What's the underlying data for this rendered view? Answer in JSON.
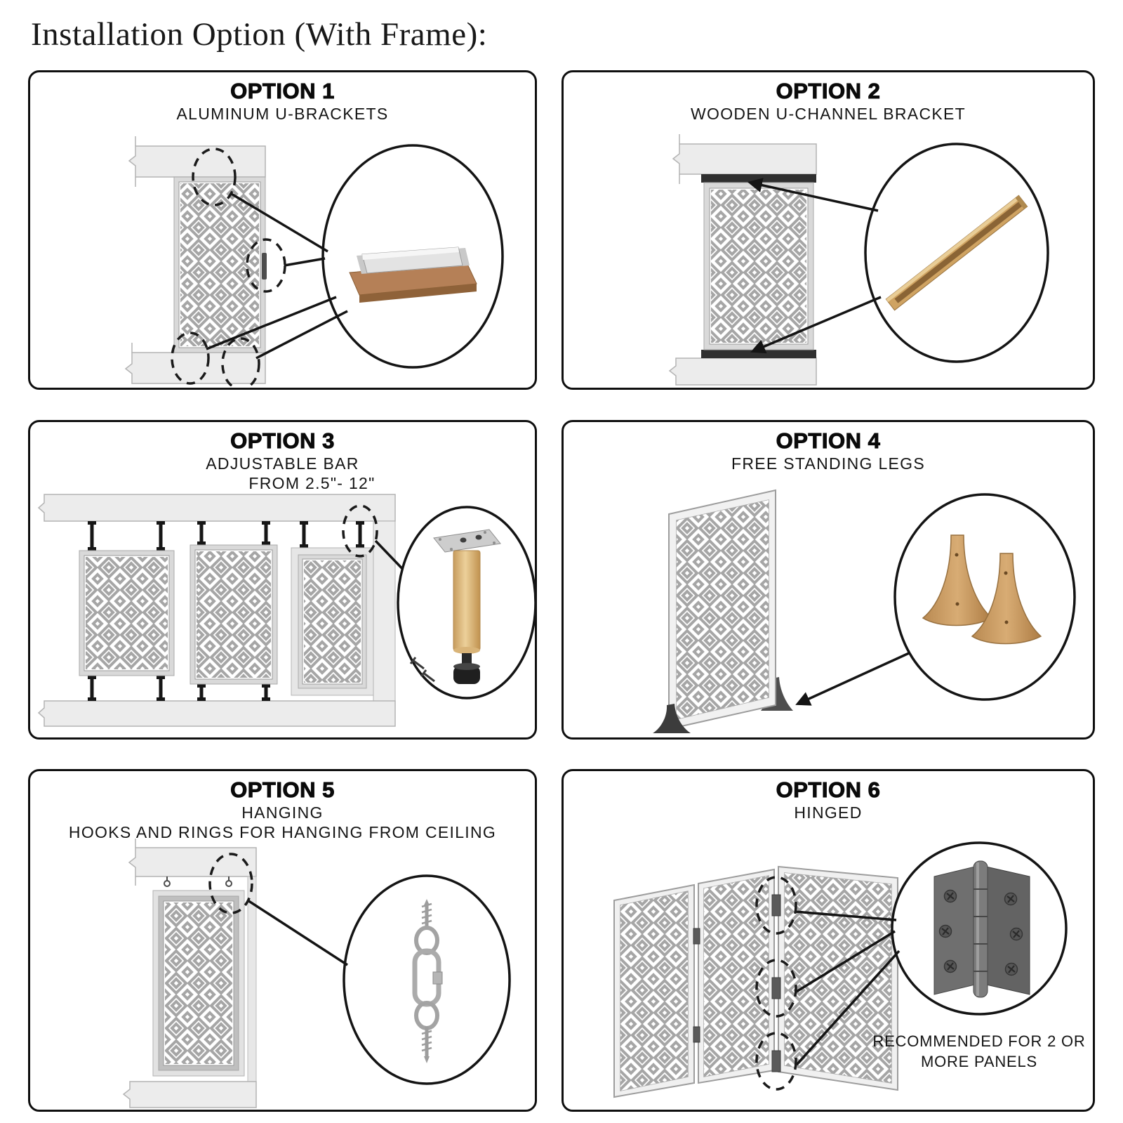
{
  "page": {
    "title": "Installation Option (With Frame):"
  },
  "options": [
    {
      "title": "OPTION 1",
      "subtitle": "ALUMINUM U-BRACKETS"
    },
    {
      "title": "OPTION 2",
      "subtitle": "WOODEN U-CHANNEL BRACKET"
    },
    {
      "title": "OPTION 3",
      "subtitle": "ADJUSTABLE BAR",
      "subtitle2": "FROM 2.5\"- 12\""
    },
    {
      "title": "OPTION 4",
      "subtitle": "FREE STANDING LEGS"
    },
    {
      "title": "OPTION 5",
      "subtitle": "HANGING",
      "subtitle2": "HOOKS AND RINGS FOR HANGING FROM CEILING"
    },
    {
      "title": "OPTION 6",
      "subtitle": "HINGED",
      "note": "RECOMMENDED FOR 2 OR MORE PANELS"
    }
  ],
  "colors": {
    "card_border": "#0f0f0f",
    "lattice_gray": "#a6a6a6",
    "beam_fill": "#ececec",
    "channel_dark": "#2f2f2f",
    "wood": "#c99a5d",
    "aluminum": "#dedede",
    "hinge_gray": "#6f6f6f"
  }
}
